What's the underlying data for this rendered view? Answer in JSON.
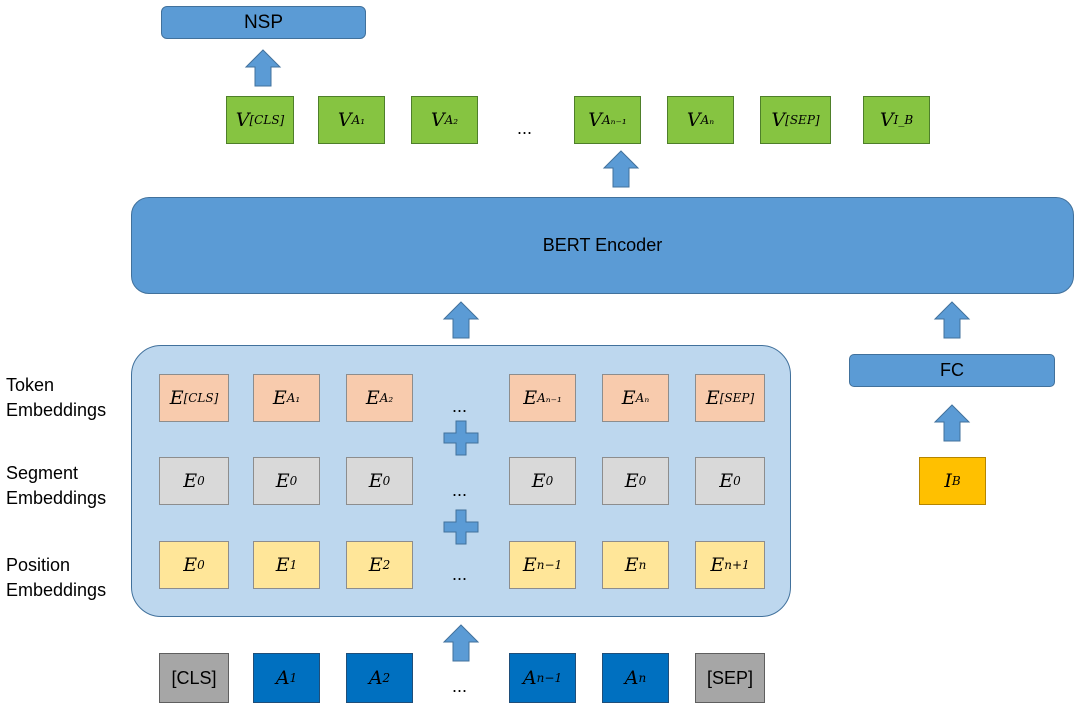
{
  "top_output": {
    "nsp": "NSP"
  },
  "output_vectors": {
    "ellipsis": "...",
    "items": [
      {
        "base": "V",
        "sub": "[CLS]"
      },
      {
        "base": "V",
        "sub": "A₁"
      },
      {
        "base": "V",
        "sub": "A₂"
      },
      {
        "base": "V",
        "sub": "Aₙ₋₁"
      },
      {
        "base": "V",
        "sub": "Aₙ"
      },
      {
        "base": "V",
        "sub": "[SEP]"
      },
      {
        "base": "V",
        "sub": "I_B"
      }
    ]
  },
  "encoder": {
    "label": "BERT Encoder"
  },
  "fc": {
    "label": "FC"
  },
  "image_input": {
    "base": "I",
    "sub": "B"
  },
  "row_labels": {
    "token": "Token\nEmbeddings",
    "segment": "Segment\nEmbeddings",
    "position": "Position\nEmbeddings"
  },
  "embeddings": {
    "ellipsis": "...",
    "token": [
      {
        "base": "E",
        "sub": "[CLS]"
      },
      {
        "base": "E",
        "sub": "A₁"
      },
      {
        "base": "E",
        "sub": "A₂"
      },
      {
        "base": "E",
        "sub": "Aₙ₋₁"
      },
      {
        "base": "E",
        "sub": "Aₙ"
      },
      {
        "base": "E",
        "sub": "[SEP]"
      }
    ],
    "segment": [
      {
        "base": "E",
        "sub": "0"
      },
      {
        "base": "E",
        "sub": "0"
      },
      {
        "base": "E",
        "sub": "0"
      },
      {
        "base": "E",
        "sub": "0"
      },
      {
        "base": "E",
        "sub": "0"
      },
      {
        "base": "E",
        "sub": "0"
      }
    ],
    "position": [
      {
        "base": "E",
        "sub": "0"
      },
      {
        "base": "E",
        "sub": "1"
      },
      {
        "base": "E",
        "sub": "2"
      },
      {
        "base": "E",
        "sub": "n−1"
      },
      {
        "base": "E",
        "sub": "n"
      },
      {
        "base": "E",
        "sub": "n+1"
      }
    ]
  },
  "input_tokens": {
    "ellipsis": "...",
    "items": [
      {
        "text": "[CLS]"
      },
      {
        "base": "A",
        "sub": "1"
      },
      {
        "base": "A",
        "sub": "2"
      },
      {
        "base": "A",
        "sub": "n−1"
      },
      {
        "base": "A",
        "sub": "n"
      },
      {
        "text": "[SEP]"
      }
    ]
  },
  "colors": {
    "encoder_blue": "#5b9bd5",
    "panel": "#bdd7ee",
    "output_green": "#86c441",
    "token_salmon": "#f8cbad",
    "segment_grey": "#d9d9d9",
    "position_yellow": "#ffe699",
    "input_blue": "#0070c0",
    "special_grey": "#a6a6a6",
    "image_orange": "#ffc000"
  }
}
